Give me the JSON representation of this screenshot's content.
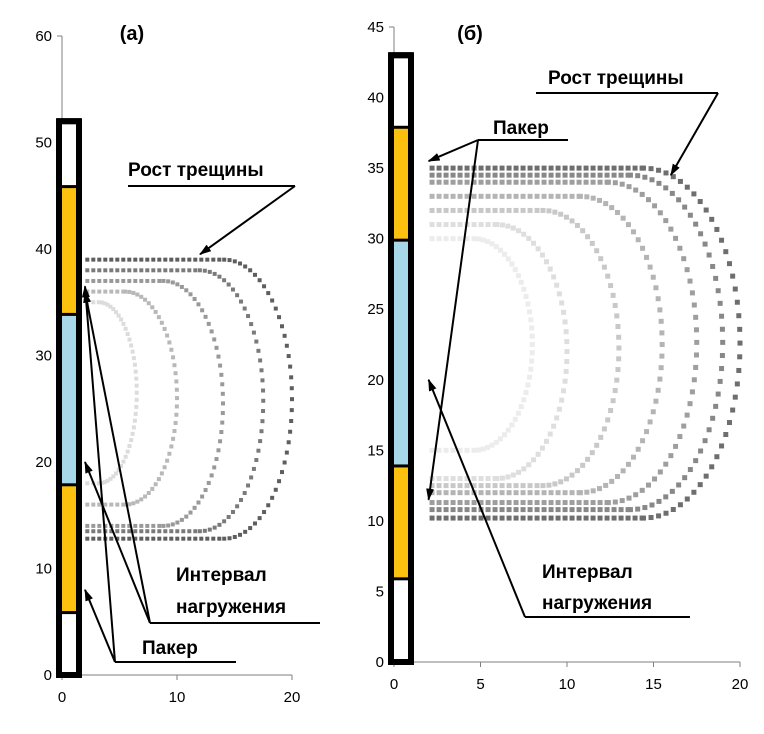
{
  "chart_data": [
    {
      "type": "scatter",
      "title": "(а)",
      "xlim": [
        0,
        20
      ],
      "ylim": [
        0,
        60
      ],
      "xticks": [
        0,
        10,
        20
      ],
      "yticks": [
        0,
        10,
        20,
        30,
        40,
        50,
        60
      ],
      "grid": false,
      "well": {
        "segments": [
          {
            "from": 0,
            "to": 6,
            "role": "packer",
            "color": "#ffffff"
          },
          {
            "from": 6,
            "to": 18,
            "role": "packer",
            "color": "#fcc10f"
          },
          {
            "from": 18,
            "to": 34,
            "role": "interval",
            "color": "#a6d8ea"
          },
          {
            "from": 34,
            "to": 46,
            "role": "packer",
            "color": "#fcc10f"
          },
          {
            "from": 46,
            "to": 52,
            "role": "packer",
            "color": "#ffffff"
          }
        ]
      },
      "fronts": [
        {
          "ylow": 18,
          "yhigh": 35,
          "reach": 6.5,
          "color": "#dcdcdc"
        },
        {
          "ylow": 16,
          "yhigh": 36,
          "reach": 10,
          "color": "#b8b8b8"
        },
        {
          "ylow": 14,
          "yhigh": 37,
          "reach": 14,
          "color": "#999999"
        },
        {
          "ylow": 13.5,
          "yhigh": 38,
          "reach": 17.5,
          "color": "#7a7a7a"
        },
        {
          "ylow": 12.8,
          "yhigh": 39,
          "reach": 20,
          "color": "#5e5e5e"
        }
      ],
      "annotations": [
        {
          "text": "Рост трещины",
          "targets": [
            [
              12,
              39.5
            ]
          ]
        },
        {
          "text": "Интервал",
          "targets": []
        },
        {
          "text": "нагружения",
          "targets": [
            [
              2,
              20
            ],
            [
              2,
              36
            ]
          ]
        },
        {
          "text": "Пакер",
          "targets": [
            [
              2,
              8
            ],
            [
              2,
              36.5
            ]
          ]
        }
      ]
    },
    {
      "type": "scatter",
      "title": "(б)",
      "xlim": [
        0,
        20
      ],
      "ylim": [
        0,
        45
      ],
      "xticks": [
        0,
        5,
        10,
        15,
        20
      ],
      "yticks": [
        0,
        5,
        10,
        15,
        20,
        25,
        30,
        35,
        40,
        45
      ],
      "grid": false,
      "well": {
        "segments": [
          {
            "from": 0,
            "to": 6,
            "role": "packer",
            "color": "#ffffff"
          },
          {
            "from": 6,
            "to": 14,
            "role": "packer",
            "color": "#fcc10f"
          },
          {
            "from": 14,
            "to": 30,
            "role": "interval",
            "color": "#a6d8ea"
          },
          {
            "from": 30,
            "to": 38,
            "role": "packer",
            "color": "#fcc10f"
          },
          {
            "from": 38,
            "to": 43,
            "role": "packer",
            "color": "#ffffff"
          }
        ]
      },
      "fronts": [
        {
          "ylow": 15,
          "yhigh": 30,
          "reach": 8,
          "color": "#ececec"
        },
        {
          "ylow": 13,
          "yhigh": 31,
          "reach": 10,
          "color": "#dedede"
        },
        {
          "ylow": 12.5,
          "yhigh": 32,
          "reach": 13,
          "color": "#c8c8c8"
        },
        {
          "ylow": 12,
          "yhigh": 33,
          "reach": 15.5,
          "color": "#b4b4b4"
        },
        {
          "ylow": 11.3,
          "yhigh": 34,
          "reach": 17.5,
          "color": "#9e9e9e"
        },
        {
          "ylow": 10.8,
          "yhigh": 34.5,
          "reach": 19,
          "color": "#888888"
        },
        {
          "ylow": 10.2,
          "yhigh": 35,
          "reach": 20,
          "color": "#6e6e6e"
        }
      ],
      "annotations": [
        {
          "text": "Рост трещины",
          "targets": [
            [
              16,
              34.5
            ]
          ]
        },
        {
          "text": "Пакер",
          "targets": [
            [
              2,
              35.5
            ],
            [
              2,
              11.5
            ]
          ]
        },
        {
          "text": "Интервал",
          "targets": []
        },
        {
          "text": "нагружения",
          "targets": [
            [
              2,
              20
            ]
          ]
        }
      ]
    }
  ]
}
